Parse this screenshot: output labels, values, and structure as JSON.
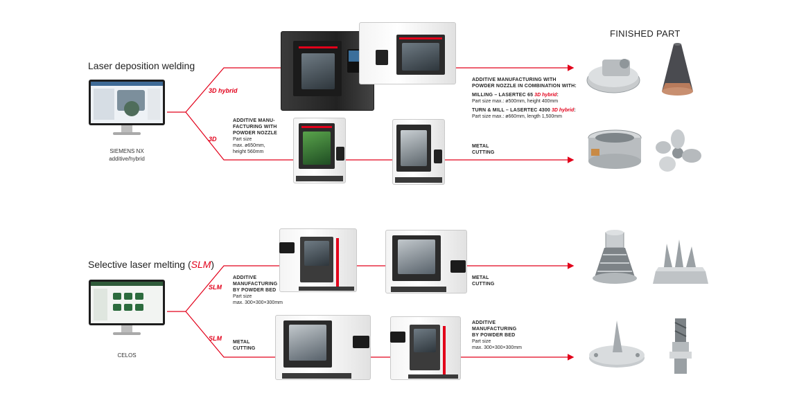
{
  "finished_part_title": "FINISHED PART",
  "sections": {
    "laser_deposition": {
      "title": "Laser deposition welding",
      "software_caption_line1": "SIEMENS NX",
      "software_caption_line2": "additive/hybrid",
      "branch_hybrid": "3D hybrid",
      "branch_3d": "3D",
      "block_3d_head_1": "ADDITIVE MANU-",
      "block_3d_head_2": "FACTURING WITH",
      "block_3d_head_3": "POWDER NOZZLE",
      "block_3d_l1": "Part size",
      "block_3d_l2": "max. ø650mm,",
      "block_3d_l3": "height 560mm",
      "hybrid_head_1": "ADDITIVE MANUFACTURING WITH",
      "hybrid_head_2": "POWDER NOZZLE IN COMBINATION WITH:",
      "hybrid_mill_label": "MILLING – LASERTEC 65",
      "hybrid_mill_accent": "3D hybrid",
      "hybrid_mill_colon": ":",
      "hybrid_mill_size": "Part size max.: ø500mm, height 400mm",
      "hybrid_turn_label": "TURN & MILL – LASERTEC 4300",
      "hybrid_turn_accent": "3D hybrid",
      "hybrid_turn_colon": ":",
      "hybrid_turn_size": "Part size max.: ø660mm, length 1,500mm",
      "metal_cutting_1": "METAL",
      "metal_cutting_2": "CUTTING"
    },
    "slm": {
      "title_main": "Selective laser melting (",
      "title_accent": "SLM",
      "title_end": ")",
      "software_caption": "CELOS",
      "branch_top": "SLM",
      "branch_bottom": "SLM",
      "top_block_head_1": "ADDITIVE",
      "top_block_head_2": "MANUFACTURING",
      "top_block_head_3": "BY POWDER BED",
      "top_block_l1": "Part size",
      "top_block_l2": "max. 300×300×300mm",
      "top_metal_1": "METAL",
      "top_metal_2": "CUTTING",
      "bottom_metal_1": "METAL",
      "bottom_metal_2": "CUTTING",
      "bottom_block_head_1": "ADDITIVE",
      "bottom_block_head_2": "MANUFACTURING",
      "bottom_block_head_3": "BY POWDER BED",
      "bottom_block_l1": "Part size",
      "bottom_block_l2": "max. 300×300×300mm"
    }
  },
  "colors": {
    "accent_red": "#e2001a",
    "text_dark": "#222222",
    "machine_dark": "#2b2b2b"
  },
  "icons": [
    "monitor-icon",
    "arrow-right-icon",
    "machine-icon",
    "part-icon"
  ]
}
